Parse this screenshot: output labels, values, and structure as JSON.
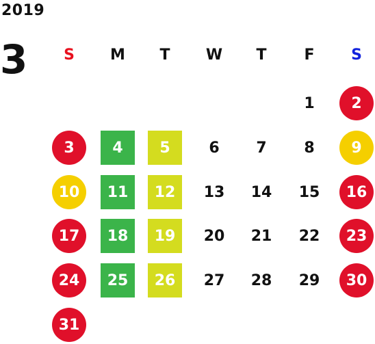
{
  "year": "2019",
  "month": "3",
  "weekdays": [
    {
      "label": "S",
      "color": "#e8101e"
    },
    {
      "label": "M",
      "color": "#111111"
    },
    {
      "label": "T",
      "color": "#111111"
    },
    {
      "label": "W",
      "color": "#111111"
    },
    {
      "label": "T",
      "color": "#111111"
    },
    {
      "label": "F",
      "color": "#111111"
    },
    {
      "label": "S",
      "color": "#1122dd"
    }
  ],
  "colors": {
    "red": "#e0102a",
    "yellow": "#f5cf00",
    "green": "#3bb44a",
    "lime": "#d4dc1f",
    "text": "#111111"
  },
  "days": [
    {
      "label": "1",
      "col": 5,
      "row": 0,
      "style": "plain"
    },
    {
      "label": "2",
      "col": 6,
      "row": 0,
      "style": "red"
    },
    {
      "label": "3",
      "col": 0,
      "row": 1,
      "style": "red"
    },
    {
      "label": "4",
      "col": 1,
      "row": 1,
      "style": "green"
    },
    {
      "label": "5",
      "col": 2,
      "row": 1,
      "style": "lime"
    },
    {
      "label": "6",
      "col": 3,
      "row": 1,
      "style": "plain"
    },
    {
      "label": "7",
      "col": 4,
      "row": 1,
      "style": "plain"
    },
    {
      "label": "8",
      "col": 5,
      "row": 1,
      "style": "plain"
    },
    {
      "label": "9",
      "col": 6,
      "row": 1,
      "style": "yellow"
    },
    {
      "label": "10",
      "col": 0,
      "row": 2,
      "style": "yellow"
    },
    {
      "label": "11",
      "col": 1,
      "row": 2,
      "style": "green"
    },
    {
      "label": "12",
      "col": 2,
      "row": 2,
      "style": "lime"
    },
    {
      "label": "13",
      "col": 3,
      "row": 2,
      "style": "plain"
    },
    {
      "label": "14",
      "col": 4,
      "row": 2,
      "style": "plain"
    },
    {
      "label": "15",
      "col": 5,
      "row": 2,
      "style": "plain"
    },
    {
      "label": "16",
      "col": 6,
      "row": 2,
      "style": "red"
    },
    {
      "label": "17",
      "col": 0,
      "row": 3,
      "style": "red"
    },
    {
      "label": "18",
      "col": 1,
      "row": 3,
      "style": "green"
    },
    {
      "label": "19",
      "col": 2,
      "row": 3,
      "style": "lime"
    },
    {
      "label": "20",
      "col": 3,
      "row": 3,
      "style": "plain"
    },
    {
      "label": "21",
      "col": 4,
      "row": 3,
      "style": "plain"
    },
    {
      "label": "22",
      "col": 5,
      "row": 3,
      "style": "plain"
    },
    {
      "label": "23",
      "col": 6,
      "row": 3,
      "style": "red"
    },
    {
      "label": "24",
      "col": 0,
      "row": 4,
      "style": "red"
    },
    {
      "label": "25",
      "col": 1,
      "row": 4,
      "style": "green"
    },
    {
      "label": "26",
      "col": 2,
      "row": 4,
      "style": "lime"
    },
    {
      "label": "27",
      "col": 3,
      "row": 4,
      "style": "plain"
    },
    {
      "label": "28",
      "col": 4,
      "row": 4,
      "style": "plain"
    },
    {
      "label": "29",
      "col": 5,
      "row": 4,
      "style": "plain"
    },
    {
      "label": "30",
      "col": 6,
      "row": 4,
      "style": "red"
    },
    {
      "label": "31",
      "col": 0,
      "row": 5,
      "style": "red"
    }
  ]
}
